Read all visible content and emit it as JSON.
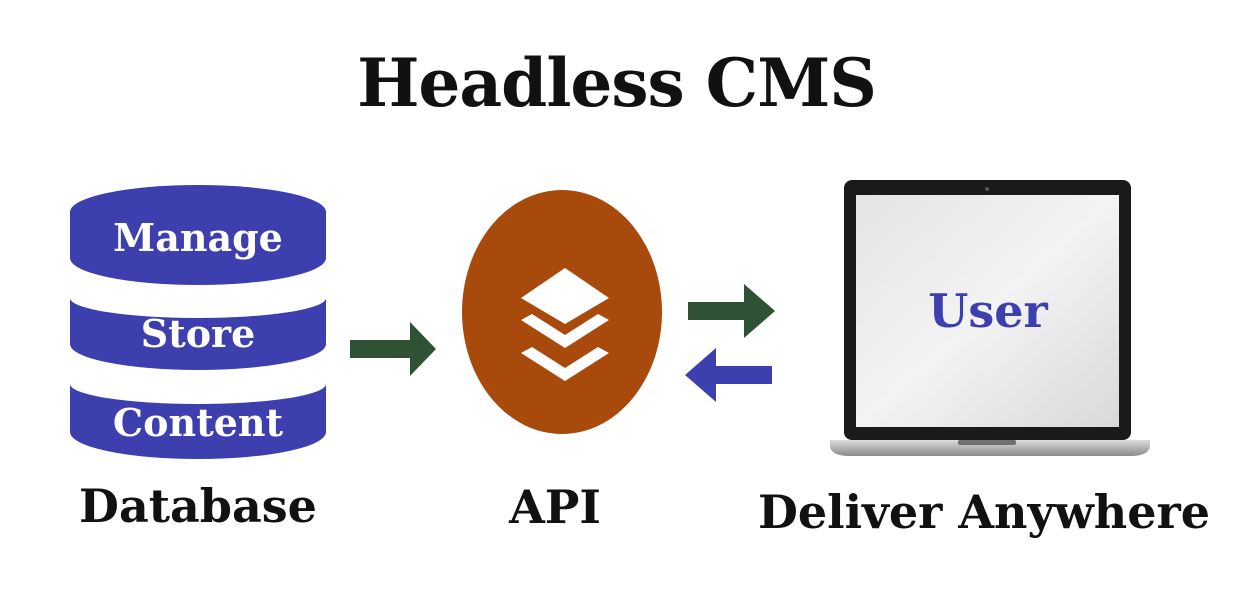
{
  "title": "Headless CMS",
  "database": {
    "segments": [
      "Manage",
      "Store",
      "Content"
    ],
    "caption": "Database",
    "color": "#3d3fae"
  },
  "api": {
    "caption": "API",
    "color": "#a94a0d",
    "icon": "layers-icon"
  },
  "client": {
    "screen_label": "User",
    "caption": "Deliver Anywhere",
    "device": "laptop-icon"
  },
  "arrows": {
    "forward_color": "#2f5234",
    "return_color": "#3d3fae"
  }
}
